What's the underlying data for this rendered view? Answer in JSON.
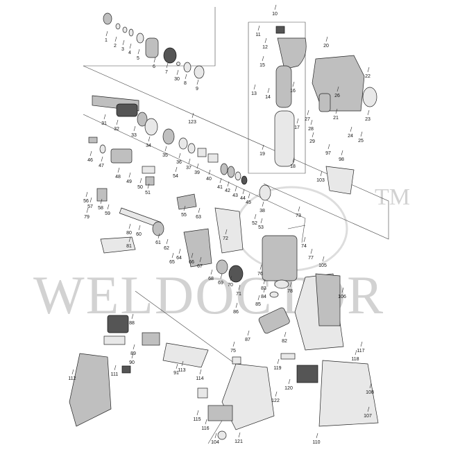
{
  "watermark": {
    "text": "WELDOCTOR",
    "mark": "TM"
  },
  "labels": [
    "1",
    "2",
    "3",
    "4",
    "5",
    "6",
    "7",
    "30",
    "8",
    "9",
    "10",
    "11",
    "12",
    "13",
    "14",
    "15",
    "16",
    "17",
    "18",
    "19",
    "20",
    "21",
    "22",
    "23",
    "24",
    "25",
    "26",
    "27",
    "28",
    "29",
    "31",
    "32",
    "33",
    "34",
    "35",
    "36",
    "37",
    "39",
    "40",
    "41",
    "42",
    "43",
    "44",
    "45",
    "123",
    "46",
    "47",
    "48",
    "49",
    "50",
    "51",
    "54",
    "55",
    "56",
    "57",
    "58",
    "59",
    "60",
    "61",
    "62",
    "63",
    "64",
    "65",
    "66",
    "67",
    "68",
    "69",
    "70",
    "71",
    "72",
    "73",
    "74",
    "76",
    "77",
    "78",
    "79",
    "80",
    "81",
    "38",
    "52",
    "53",
    "83",
    "84",
    "85",
    "86",
    "87",
    "82",
    "88",
    "89",
    "90",
    "91",
    "97",
    "98",
    "103",
    "105",
    "106",
    "111",
    "112",
    "113",
    "114",
    "115",
    "116",
    "104",
    "121",
    "122",
    "75",
    "117",
    "118",
    "119",
    "120",
    "108",
    "107",
    "110"
  ]
}
